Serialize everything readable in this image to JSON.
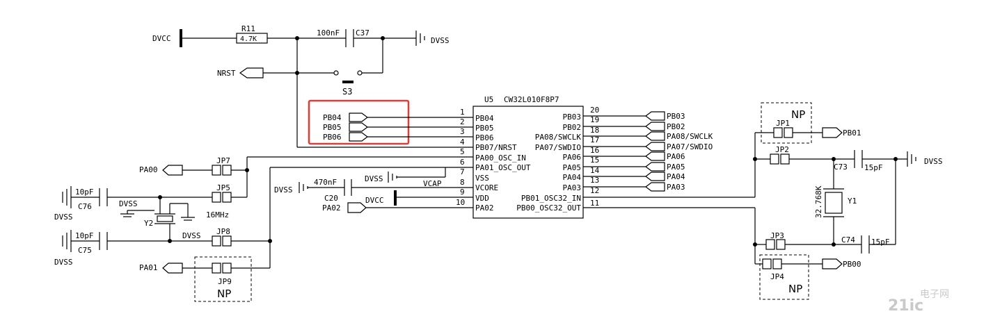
{
  "nets": {
    "dvcc": "DVCC",
    "dvss": "DVSS",
    "nrst": "NRST",
    "vcap": "VCAP",
    "pa00": "PA00",
    "pa01": "PA01",
    "pa02": "PA02",
    "pb01": "PB01",
    "pb00": "PB00"
  },
  "resistor": {
    "ref": "R11",
    "value": "4.7K"
  },
  "caps": {
    "c37": {
      "ref": "C37",
      "value": "100nF"
    },
    "c20": {
      "ref": "C20",
      "value": "470nF"
    },
    "c76": {
      "ref": "C76",
      "value": "10pF"
    },
    "c75": {
      "ref": "C75",
      "value": "10pF"
    },
    "c73": {
      "ref": "C73",
      "value": "15pF"
    },
    "c74": {
      "ref": "C74",
      "value": "15pF"
    }
  },
  "switch": {
    "ref": "S3"
  },
  "crystals": {
    "y2": {
      "ref": "Y2",
      "value": "16MHz"
    },
    "y1": {
      "ref": "Y1",
      "value": "32.768K"
    }
  },
  "jumpers": {
    "jp1": "JP1",
    "jp2": "JP2",
    "jp3": "JP3",
    "jp4": "JP4",
    "jp5": "JP5",
    "jp7": "JP7",
    "jp8": "JP8",
    "jp9": "JP9"
  },
  "np_label": "NP",
  "ic": {
    "ref": "U5",
    "part": "CW32L010F8P7",
    "left_pins": [
      {
        "num": "1",
        "name": "PB04"
      },
      {
        "num": "2",
        "name": "PB05"
      },
      {
        "num": "3",
        "name": "PB06"
      },
      {
        "num": "4",
        "name": "PB07/NRST"
      },
      {
        "num": "5",
        "name": "PA00_OSC_IN"
      },
      {
        "num": "6",
        "name": "PA01_OSC_OUT"
      },
      {
        "num": "7",
        "name": "VSS"
      },
      {
        "num": "8",
        "name": "VCORE"
      },
      {
        "num": "9",
        "name": "VDD"
      },
      {
        "num": "10",
        "name": "PA02"
      }
    ],
    "right_pins": [
      {
        "num": "20",
        "name": "PB03"
      },
      {
        "num": "19",
        "name": "PB02"
      },
      {
        "num": "18",
        "name": "PA08/SWCLK"
      },
      {
        "num": "17",
        "name": "PA07/SWDIO"
      },
      {
        "num": "16",
        "name": "PA06"
      },
      {
        "num": "15",
        "name": "PA05"
      },
      {
        "num": "14",
        "name": "PA04"
      },
      {
        "num": "13",
        "name": "PA03"
      },
      {
        "num": "12",
        "name": "PB01_OSC32_IN"
      },
      {
        "num": "11",
        "name": "PB00_OSC32_OUT"
      }
    ]
  },
  "left_port_labels": [
    "PB04",
    "PB05",
    "PB06"
  ],
  "right_port_labels": [
    "PB03",
    "PB02",
    "PA08/SWCLK",
    "PA07/SWDIO",
    "PA06",
    "PA05",
    "PA04",
    "PA03"
  ],
  "watermark": {
    "brand": "21ic",
    "cn": "电子网"
  },
  "highlight_color": "#e53935"
}
